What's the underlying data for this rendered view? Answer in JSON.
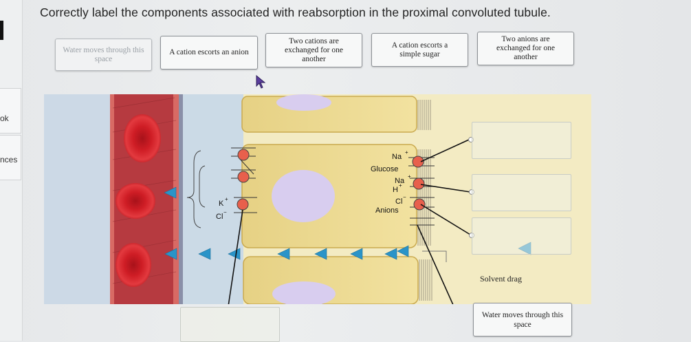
{
  "sidebar": {
    "label_one": "ok",
    "label_two": "nces"
  },
  "question": "Correctly label the components associated with reabsorption in the proximal convoluted tubule.",
  "choices": [
    {
      "label": "Water moves through this space",
      "used": true
    },
    {
      "label": "A cation escorts an anion",
      "used": false
    },
    {
      "label": "Two cations are exchanged for one another",
      "used": false
    },
    {
      "label": "A cation escorts a simple sugar",
      "used": false
    },
    {
      "label": "Two anions are exchanged for one another",
      "used": false
    }
  ],
  "diagram": {
    "ions": {
      "na1": "Na",
      "glucose": "Glucose",
      "na2": "Na",
      "h": "H",
      "cl": "Cl",
      "anions": "Anions",
      "k": "K",
      "cl_left": "Cl",
      "plus": "+",
      "minus": "−"
    },
    "solvent_label": "Solvent drag",
    "placed_label": "Water moves through this space"
  },
  "colors": {
    "blood": "#b3303a",
    "rbc": "#d8232b",
    "tubule_cell": "#ecd98e",
    "nucleus": "#d9cdef",
    "marker": "#e8604c",
    "arrow": "#2a94c8"
  }
}
